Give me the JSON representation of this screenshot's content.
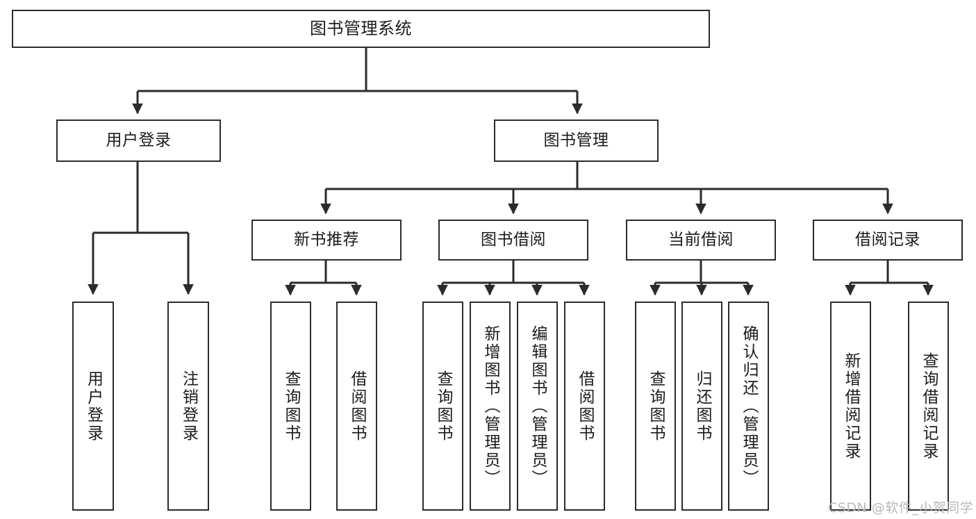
{
  "diagram": {
    "title": "图书管理系统",
    "type": "tree-hierarchy-chart",
    "watermark": "CSDN @软件_小贺同学",
    "style": {
      "border_color": "#2b2b2b",
      "background": "#ffffff",
      "text_color": "#1b1b1b",
      "watermark_color": "#b9b9b9"
    },
    "nodes": {
      "root": {
        "label": "图书管理系统",
        "level": 1
      },
      "l2": [
        {
          "id": "user_login",
          "label": "用户登录",
          "level": 2
        },
        {
          "id": "book_manage",
          "label": "图书管理",
          "level": 2
        }
      ],
      "l3": [
        {
          "id": "new_book_rec",
          "label": "新书推荐",
          "level": 3,
          "parent": "book_manage"
        },
        {
          "id": "book_borrow",
          "label": "图书借阅",
          "level": 3,
          "parent": "book_manage"
        },
        {
          "id": "current_borrow",
          "label": "当前借阅",
          "level": 3,
          "parent": "book_manage"
        },
        {
          "id": "borrow_record",
          "label": "借阅记录",
          "level": 3,
          "parent": "book_manage"
        }
      ],
      "leaves": [
        {
          "id": "leaf_user_login",
          "label": "用户登录",
          "parent": "user_login"
        },
        {
          "id": "leaf_user_logout",
          "label": "注销登录",
          "parent": "user_login"
        },
        {
          "id": "leaf_query_book_1",
          "label": "查询图书",
          "parent": "new_book_rec"
        },
        {
          "id": "leaf_borrow_book_1",
          "label": "借阅图书",
          "parent": "new_book_rec"
        },
        {
          "id": "leaf_query_book_2",
          "label": "查询图书",
          "parent": "book_borrow"
        },
        {
          "id": "leaf_add_book",
          "label": "新增图书（管理员）",
          "parent": "book_borrow"
        },
        {
          "id": "leaf_edit_book",
          "label": "编辑图书（管理员）",
          "parent": "book_borrow"
        },
        {
          "id": "leaf_borrow_book_2",
          "label": "借阅图书",
          "parent": "book_borrow"
        },
        {
          "id": "leaf_query_book_3",
          "label": "查询图书",
          "parent": "current_borrow"
        },
        {
          "id": "leaf_return_book",
          "label": "归还图书",
          "parent": "current_borrow"
        },
        {
          "id": "leaf_confirm_return",
          "label": "确认归还（管理员）",
          "parent": "current_borrow"
        },
        {
          "id": "leaf_add_record",
          "label": "新增借阅记录",
          "parent": "borrow_record"
        },
        {
          "id": "leaf_query_record",
          "label": "查询借阅记录",
          "parent": "borrow_record"
        }
      ]
    }
  }
}
